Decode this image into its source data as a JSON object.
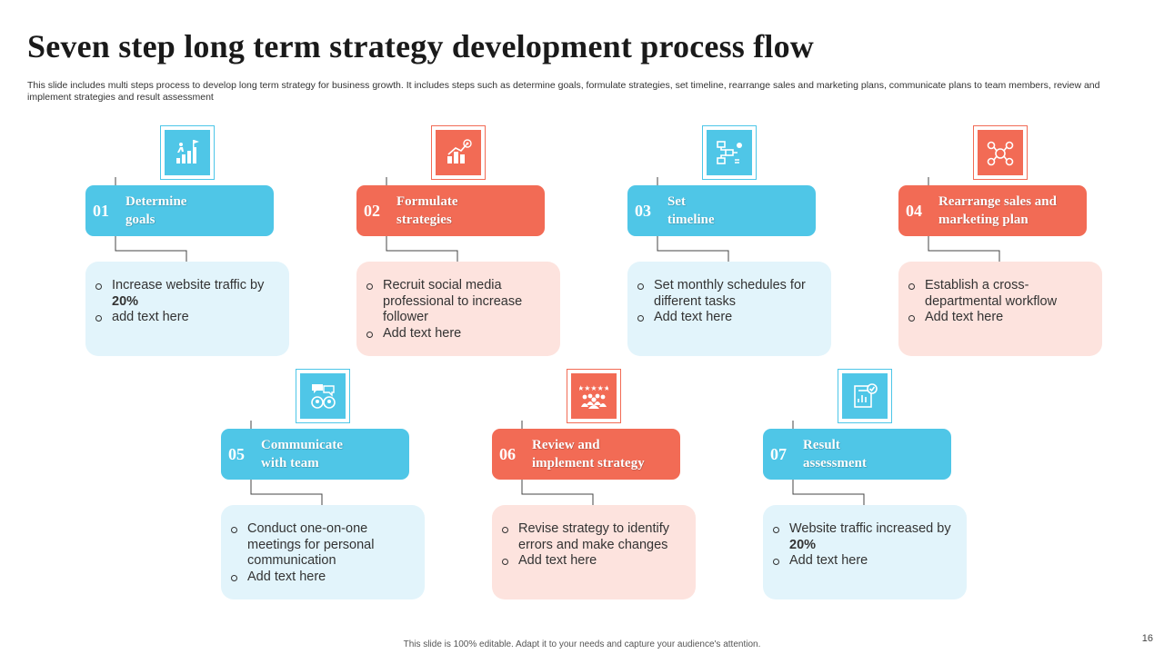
{
  "title": "Seven step long term strategy development process flow",
  "subtitle": "This slide includes multi steps process to develop long term strategy for business growth. It includes steps such as determine goals, formulate strategies, set timeline, rearrange sales and marketing plans, communicate plans to team members, review and implement strategies and result assessment",
  "colors": {
    "blue": "#4fc6e7",
    "red": "#f26b55",
    "blue_light": "#e2f4fb",
    "red_light": "#fde3de"
  },
  "steps": [
    {
      "num": "01",
      "label": "Determine\ngoals",
      "icon": "growth-chart-flag-icon",
      "b1": "Increase website traffic by ",
      "b1b": "20%",
      "b2": "add text here"
    },
    {
      "num": "02",
      "label": "Formulate\nstrategies",
      "icon": "bar-chart-target-icon",
      "b1": "Recruit social media professional to increase follower",
      "b2": "Add text here"
    },
    {
      "num": "03",
      "label": "Set\ntimeline",
      "icon": "flowchart-icon",
      "b1": "Set monthly schedules for different tasks",
      "b2": "Add text here"
    },
    {
      "num": "04",
      "label": "Rearrange sales and\nmarketing plan",
      "icon": "marketing-network-icon",
      "b1": "Establish a cross-departmental workflow",
      "b2": "Add text here"
    },
    {
      "num": "05",
      "label": "Communicate\nwith team",
      "icon": "team-chat-icon",
      "b1": "Conduct one-on-one meetings for personal communication",
      "b2": "Add text here"
    },
    {
      "num": "06",
      "label": "Review and\nimplement strategy",
      "icon": "team-rating-icon",
      "b1": "Revise strategy to identify errors and make changes",
      "b2": "Add text here"
    },
    {
      "num": "07",
      "label": "Result\nassessment",
      "icon": "report-check-icon",
      "b1": "Website traffic increased by ",
      "b1b": "20%",
      "b2": "Add text here"
    }
  ],
  "footer": "This slide is 100% editable. Adapt it to your needs and capture your audience's attention.",
  "page_number": "16"
}
